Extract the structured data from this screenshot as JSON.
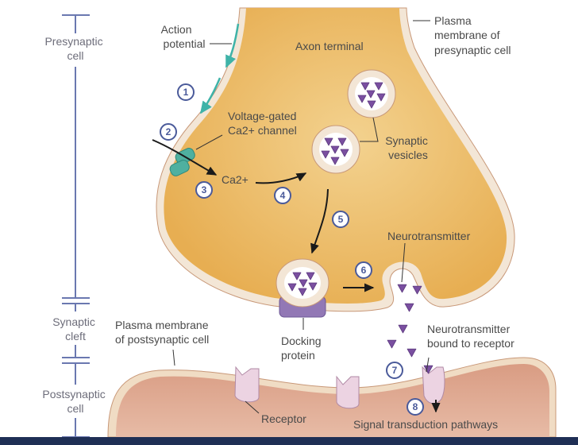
{
  "title": "Chemical synapse neurotransmission",
  "side_labels": {
    "presynaptic": [
      "Presynaptic",
      "cell"
    ],
    "cleft": [
      "Synaptic",
      "cleft"
    ],
    "postsynaptic": [
      "Postsynaptic",
      "cell"
    ]
  },
  "labels": {
    "action_potential": [
      "Action",
      "potential"
    ],
    "axon_terminal": "Axon terminal",
    "plasma_membrane_pre": [
      "Plasma",
      "membrane of",
      "presynaptic cell"
    ],
    "voltage_gated": [
      "Voltage-gated",
      "Ca2+ channel"
    ],
    "ca_ion": "Ca2+",
    "synaptic_vesicles": [
      "Synaptic",
      "vesicles"
    ],
    "neurotransmitter": "Neurotransmitter",
    "docking_protein": [
      "Docking",
      "protein"
    ],
    "plasma_membrane_post": [
      "Plasma membrane",
      "of postsynaptic cell"
    ],
    "nt_bound": [
      "Neurotransmitter",
      "bound to receptor"
    ],
    "receptor": "Receptor",
    "signal_transduction": "Signal transduction pathways"
  },
  "steps": [
    "1",
    "2",
    "3",
    "4",
    "5",
    "6",
    "7",
    "8"
  ],
  "colors": {
    "terminal_fill": "#ebb962",
    "membrane": "#f3e6d6",
    "post_fill": "#dfac95",
    "vesicle_nt": "#7a4fa0",
    "channel": "#4fb0a0",
    "arrow_ap": "#3fb3a8",
    "step_ring": "#4a5a9a",
    "scale_bar": "#6a78b0",
    "footer": "#1f2f55"
  }
}
